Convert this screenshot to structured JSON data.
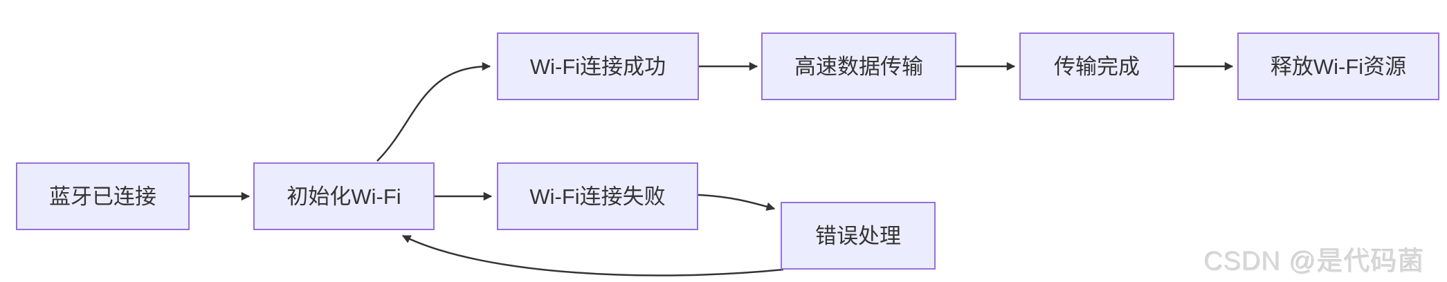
{
  "diagram": {
    "type": "flowchart",
    "direction": "left-to-right",
    "nodes": [
      {
        "id": "bluetooth",
        "label": "蓝牙已连接"
      },
      {
        "id": "init",
        "label": "初始化Wi-Fi"
      },
      {
        "id": "success",
        "label": "Wi-Fi连接成功"
      },
      {
        "id": "transfer",
        "label": "高速数据传输"
      },
      {
        "id": "complete",
        "label": "传输完成"
      },
      {
        "id": "release",
        "label": "释放Wi-Fi资源"
      },
      {
        "id": "fail",
        "label": "Wi-Fi连接失败"
      },
      {
        "id": "error",
        "label": "错误处理"
      }
    ],
    "edges": [
      {
        "from": "bluetooth",
        "to": "init"
      },
      {
        "from": "init",
        "to": "success"
      },
      {
        "from": "init",
        "to": "fail"
      },
      {
        "from": "success",
        "to": "transfer"
      },
      {
        "from": "transfer",
        "to": "complete"
      },
      {
        "from": "complete",
        "to": "release"
      },
      {
        "from": "fail",
        "to": "error"
      },
      {
        "from": "error",
        "to": "init"
      }
    ],
    "colors": {
      "background": "#ffffff",
      "node_fill": "#ECECFF",
      "node_border": "#9370DB",
      "edge": "#333333",
      "text": "#333333"
    }
  },
  "watermark": {
    "text": "CSDN @是代码菌",
    "color": "#d9d9d9"
  }
}
